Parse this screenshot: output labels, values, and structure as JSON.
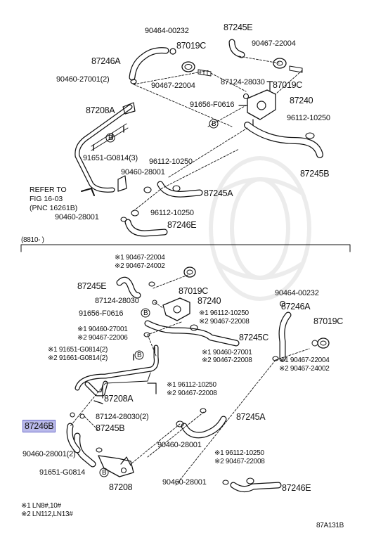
{
  "top": {
    "p90464_00232": "90464-00232",
    "p87245E": "87245E",
    "p87019C_a": "87019C",
    "p90467_22004_a": "90467-22004",
    "p87246A": "87246A",
    "p90460_27001_2": "90460-27001(2)",
    "p90467_22004_b": "90467-22004",
    "p87124_28030": "87124-28030",
    "p87019C_b": "87019C",
    "p87208A": "87208A",
    "p87240": "87240",
    "p91656_F0616": "91656-F0616",
    "p96112_10250_a": "96112-10250",
    "p91651_G0814_3": "91651-G0814(3)",
    "p96112_10250_b": "96112-10250",
    "p90460_28001_a": "90460-28001",
    "p87245B": "87245B",
    "p87245A": "87245A",
    "p96112_10250_c": "96112-10250",
    "p90460_28001_b": "90460-28001",
    "p87246E": "87246E",
    "ref_line1": "REFER TO",
    "ref_line2": "FIG 16-03",
    "ref_line3": "(PNC 16261B)",
    "mark_B": "B"
  },
  "section": {
    "date_range": "(8810-        )"
  },
  "bottom": {
    "n1_90467_22004": "※1 90467-22004",
    "n2_90467_24002": "※2 90467-24002",
    "p87245E": "87245E",
    "p87019C_a": "87019C",
    "p90464_00232": "90464-00232",
    "p87124_28030": "87124-28030",
    "p87240": "87240",
    "p87246A": "87246A",
    "p91656_F0616": "91656-F0616",
    "n1_96112_10250_a": "※1 96112-10250",
    "n2_90467_22008_a": "※2 90467-22008",
    "p87019C_b": "87019C",
    "n1_90460_27001": "※1 90460-27001",
    "n2_90467_22006": "※2 90467-22006",
    "p87245C": "87245C",
    "n1_91651_G0814_2": "※1 91651-G0814(2)",
    "n2_91661_G0814_2": "※2 91661-G0814(2)",
    "n1_90460_27001_b": "※1 90460-27001",
    "n2_90467_22008_b": "※2 90467-22008",
    "n1_90467_22004_b": "※1 90467-22004",
    "n2_90467_24002_b": "※2 90467-24002",
    "n1_96112_10250_b": "※1 96112-10250",
    "n2_90467_22008_c": "※2 90467-22008",
    "p87208A": "87208A",
    "p87245A": "87245A",
    "p87246B": "87246B",
    "p87124_28030_2": "87124-28030(2)",
    "p87245B": "87245B",
    "p90460_28001": "90460-28001",
    "p90460_28001_2": "90460-28001(2)",
    "n1_96112_10250_c": "※1 96112-10250",
    "n2_90467_22008_d": "※2 90467-22008",
    "p91651_G0814": "91651-G0814",
    "p87208": "87208",
    "p90460_28001_c": "90460-28001",
    "p87246E": "87246E",
    "mark_B": "B"
  },
  "footer": {
    "note1": "※1 LN8#,10#",
    "note2": "※2 LN112,LN13#",
    "code": "87A131B"
  }
}
